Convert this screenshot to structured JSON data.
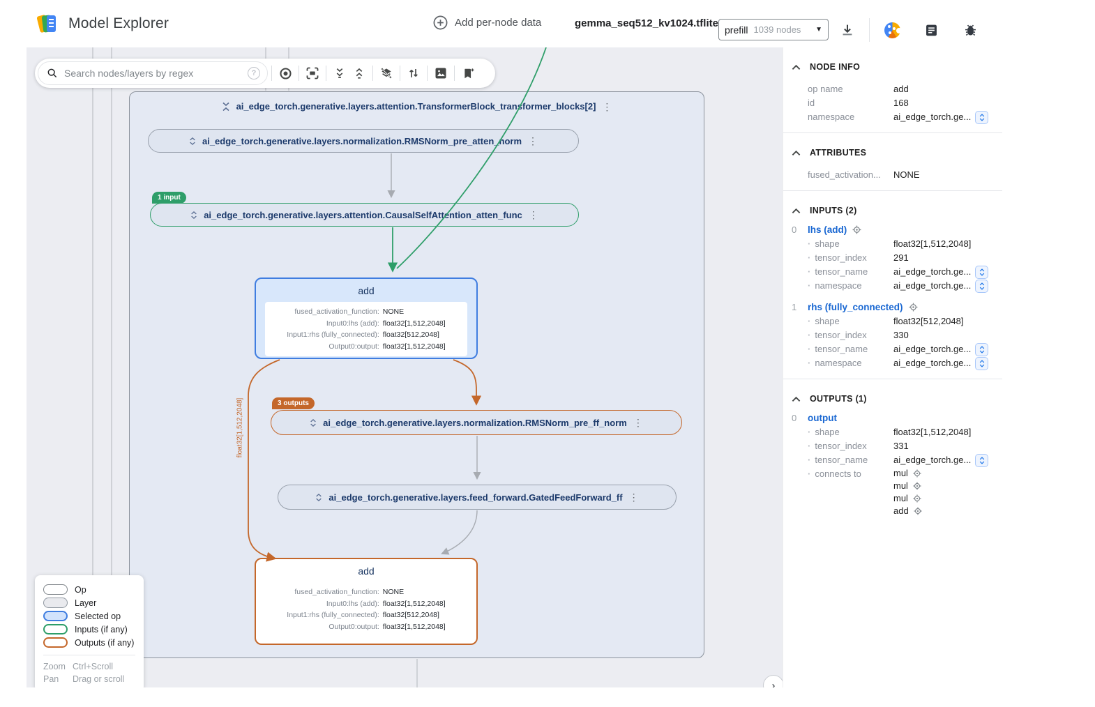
{
  "icons": {
    "kebab": "⋮",
    "caret_down": "▼",
    "help": "?",
    "chevron_right": "›"
  },
  "topbar": {
    "app_title": "Model Explorer",
    "add_per_node_data": "Add per-node data",
    "model_file": "gemma_seq512_kv1024.tflite",
    "graph_selector": {
      "selected": "prefill",
      "count": "1039 nodes"
    }
  },
  "toolbar": {
    "search_placeholder": "Search nodes/layers by regex"
  },
  "graph": {
    "layer_label": "ai_edge_torch.generative.layers.attention.TransformerBlock_transformer_blocks[2]",
    "pre_atten_norm_label": "ai_edge_torch.generative.layers.normalization.RMSNorm_pre_atten_norm",
    "atten_func_label": "ai_edge_torch.generative.layers.attention.CausalSelfAttention_atten_func",
    "pre_ff_norm_label": "ai_edge_torch.generative.layers.normalization.RMSNorm_pre_ff_norm",
    "feed_forward_label": "ai_edge_torch.generative.layers.feed_forward.GatedFeedForward_ff",
    "input_badge": "1 input",
    "output_badge": "3 outputs",
    "edge_label": "float32[1,512,2048]",
    "add_selected": {
      "title": "add",
      "attrs": [
        [
          "fused_activation_function:",
          "NONE"
        ],
        [
          "Input0:lhs (add):",
          "float32[1,512,2048]"
        ],
        [
          "Input1:rhs (fully_connected):",
          "float32[512,2048]"
        ],
        [
          "Output0:output:",
          "float32[1,512,2048]"
        ]
      ]
    },
    "add_bottom": {
      "title": "add",
      "attrs": [
        [
          "fused_activation_function:",
          "NONE"
        ],
        [
          "Input0:lhs (add):",
          "float32[1,512,2048]"
        ],
        [
          "Input1:rhs (fully_connected):",
          "float32[512,2048]"
        ],
        [
          "Output0:output:",
          "float32[1,512,2048]"
        ]
      ]
    }
  },
  "legend": {
    "items": [
      {
        "label": "Op"
      },
      {
        "label": "Layer"
      },
      {
        "label": "Selected op"
      },
      {
        "label": "Inputs (if any)"
      },
      {
        "label": "Outputs (if any)"
      }
    ],
    "hints": [
      [
        "Zoom",
        "Ctrl+Scroll"
      ],
      [
        "Pan",
        "Drag or scroll"
      ]
    ]
  },
  "panel": {
    "node_info": {
      "title": "NODE INFO",
      "rows": [
        [
          "op name",
          "add"
        ],
        [
          "id",
          "168"
        ],
        [
          "namespace",
          "ai_edge_torch.ge..."
        ]
      ]
    },
    "attributes": {
      "title": "ATTRIBUTES",
      "rows": [
        [
          "fused_activation...",
          "NONE"
        ]
      ]
    },
    "inputs": {
      "title": "INPUTS (2)",
      "items": [
        {
          "index": "0",
          "name": "lhs (add)",
          "rows": [
            [
              "shape",
              "float32[1,512,2048]"
            ],
            [
              "tensor_index",
              "291"
            ],
            [
              "tensor_name",
              "ai_edge_torch.ge..."
            ],
            [
              "namespace",
              "ai_edge_torch.ge..."
            ]
          ]
        },
        {
          "index": "1",
          "name": "rhs (fully_connected)",
          "rows": [
            [
              "shape",
              "float32[512,2048]"
            ],
            [
              "tensor_index",
              "330"
            ],
            [
              "tensor_name",
              "ai_edge_torch.ge..."
            ],
            [
              "namespace",
              "ai_edge_torch.ge..."
            ]
          ]
        }
      ]
    },
    "outputs": {
      "title": "OUTPUTS (1)",
      "items": [
        {
          "index": "0",
          "name": "output",
          "rows": [
            [
              "shape",
              "float32[1,512,2048]"
            ],
            [
              "tensor_index",
              "331"
            ],
            [
              "tensor_name",
              "ai_edge_torch.ge..."
            ]
          ],
          "connects_label": "connects to",
          "connects_to": [
            "mul",
            "mul",
            "mul",
            "add"
          ]
        }
      ]
    }
  },
  "colors": {
    "selected_blue": "#3f7de0",
    "input_green": "#2e9e69",
    "output_orange": "#c4672a",
    "link_blue": "#1967d2"
  }
}
